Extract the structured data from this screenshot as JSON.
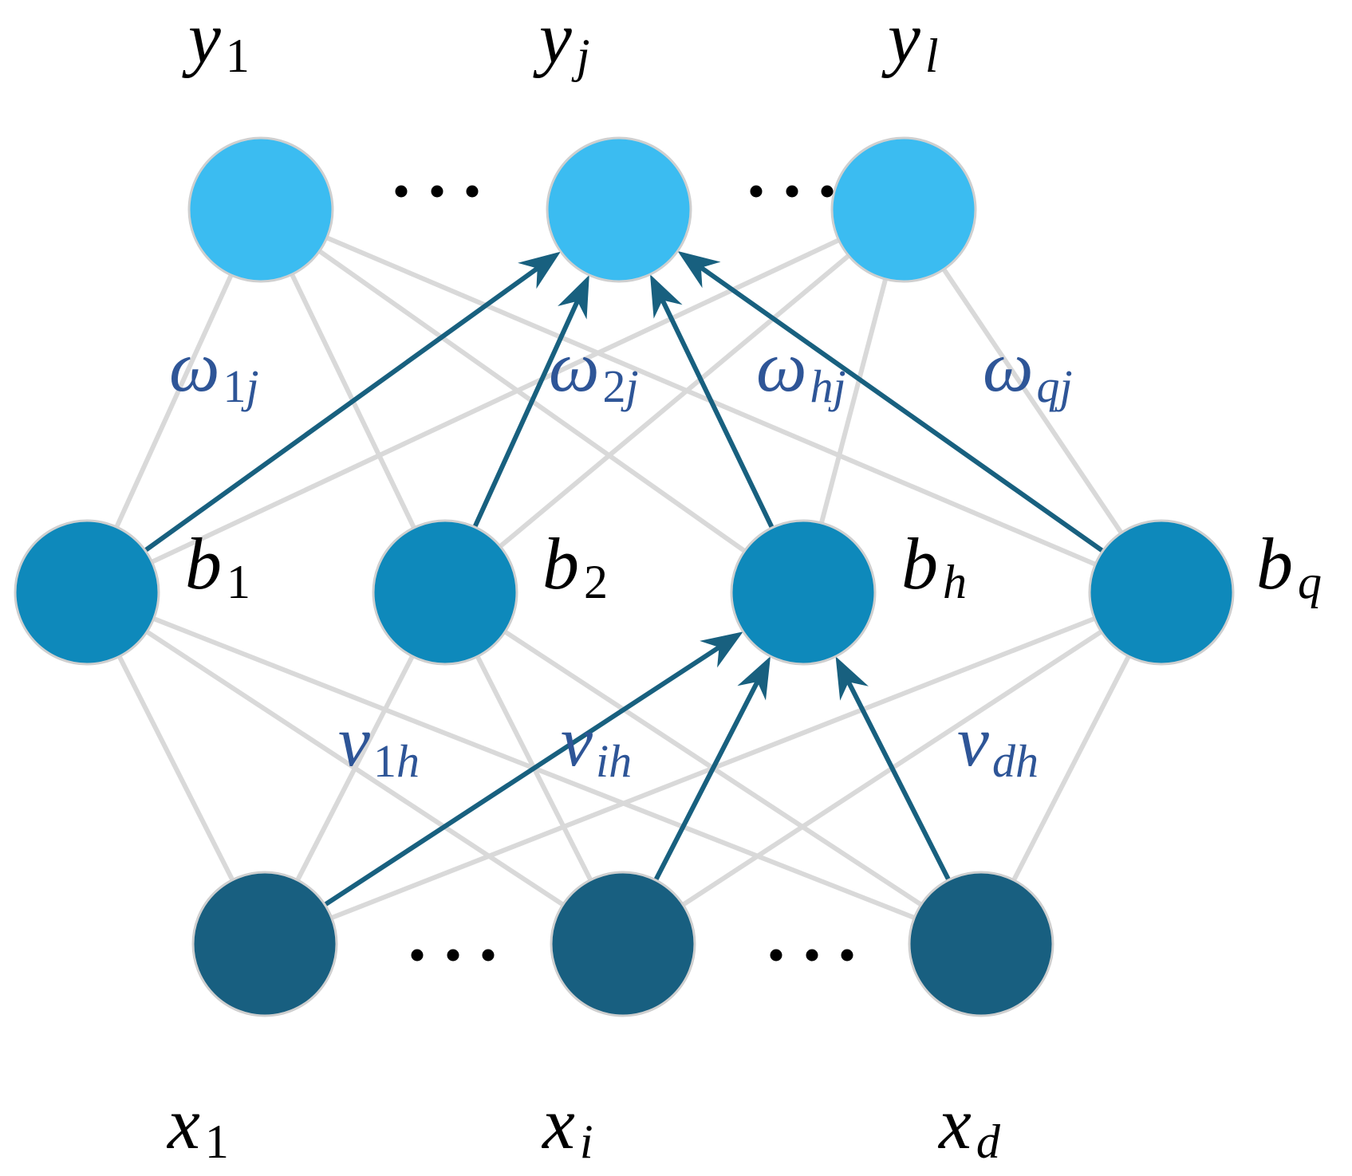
{
  "diagram": {
    "title": "",
    "type": "neural-network-architecture",
    "colors": {
      "output_node": "#3bbcf1",
      "hidden_node": "#0e89bb",
      "input_node": "#185f80",
      "edge": "#d9d9d9",
      "highlight_edge": "#18607f",
      "weight_label": "#2e5597",
      "node_label": "#000000",
      "node_border": "#cfcfcf"
    },
    "layers": {
      "output": {
        "name": "output",
        "nodes": [
          {
            "id": "y1",
            "symbol": "y",
            "subscript": "1",
            "sub_italic": false
          },
          {
            "id": "yj",
            "symbol": "y",
            "subscript": "j",
            "sub_italic": true
          },
          {
            "id": "yl",
            "symbol": "y",
            "subscript": "l",
            "sub_italic": true
          }
        ],
        "ellipsis": "…"
      },
      "hidden": {
        "name": "hidden",
        "nodes": [
          {
            "id": "b1",
            "symbol": "b",
            "subscript": "1",
            "sub_italic": false
          },
          {
            "id": "b2",
            "symbol": "b",
            "subscript": "2",
            "sub_italic": false
          },
          {
            "id": "bh",
            "symbol": "b",
            "subscript": "h",
            "sub_italic": true
          },
          {
            "id": "bq",
            "symbol": "b",
            "subscript": "q",
            "sub_italic": true
          }
        ]
      },
      "input": {
        "name": "input",
        "nodes": [
          {
            "id": "x1",
            "symbol": "x",
            "subscript": "1",
            "sub_italic": false
          },
          {
            "id": "xi",
            "symbol": "x",
            "subscript": "i",
            "sub_italic": true
          },
          {
            "id": "xd",
            "symbol": "x",
            "subscript": "d",
            "sub_italic": true
          }
        ],
        "ellipsis": "…"
      }
    },
    "connections": "fully-connected between adjacent layers",
    "highlighted_edges": [
      {
        "from": "b1",
        "to": "yj",
        "weight": "w1j"
      },
      {
        "from": "b2",
        "to": "yj",
        "weight": "w2j"
      },
      {
        "from": "bh",
        "to": "yj",
        "weight": "whj"
      },
      {
        "from": "bq",
        "to": "yj",
        "weight": "wqj"
      },
      {
        "from": "x1",
        "to": "bh",
        "weight": "v1h"
      },
      {
        "from": "xi",
        "to": "bh",
        "weight": "vih"
      },
      {
        "from": "xd",
        "to": "bh",
        "weight": "vdh"
      }
    ],
    "weights": {
      "w1j": {
        "symbol": "ω",
        "subscript_parts": [
          {
            "text": "1",
            "italic": false
          },
          {
            "text": "j",
            "italic": true
          }
        ]
      },
      "w2j": {
        "symbol": "ω",
        "subscript_parts": [
          {
            "text": "2",
            "italic": false
          },
          {
            "text": "j",
            "italic": true
          }
        ]
      },
      "whj": {
        "symbol": "ω",
        "subscript_parts": [
          {
            "text": "hj",
            "italic": true
          }
        ]
      },
      "wqj": {
        "symbol": "ω",
        "subscript_parts": [
          {
            "text": "qj",
            "italic": true
          }
        ]
      },
      "v1h": {
        "symbol": "v",
        "subscript_parts": [
          {
            "text": "1",
            "italic": false
          },
          {
            "text": "h",
            "italic": true
          }
        ]
      },
      "vih": {
        "symbol": "v",
        "subscript_parts": [
          {
            "text": "ih",
            "italic": true
          }
        ]
      },
      "vdh": {
        "symbol": "v",
        "subscript_parts": [
          {
            "text": "dh",
            "italic": true
          }
        ]
      }
    }
  }
}
